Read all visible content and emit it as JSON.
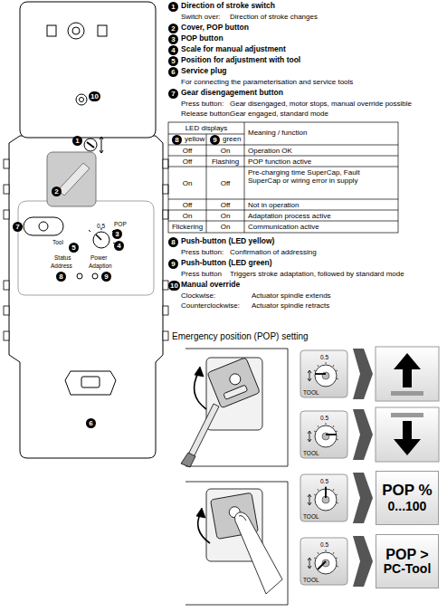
{
  "diagram": {
    "nodes": [
      {
        "text": [
          "POP %",
          "0...100"
        ]
      },
      {
        "text": [
          "POP >",
          "PC-Tool"
        ]
      }
    ],
    "edges": [],
    "labels": [
      "1",
      "2",
      "0.5",
      "POP",
      "3",
      "4",
      "Tool",
      "5",
      "7",
      "Status",
      "Power",
      "Address",
      "Adaption",
      "8",
      "9",
      "10",
      "6",
      "1",
      "Direction of stroke switch",
      "Switch over:",
      "Direction of stroke changes",
      "2",
      "Cover, POP button",
      "3",
      "POP button",
      "4",
      "Scale for manual adjustment",
      "5",
      "Position for adjustment with tool",
      "6",
      "Service plug",
      "For connecting the parameterisation and service tools",
      "7",
      "Gear disengagement button",
      "Press button:",
      "Gear disengaged, motor stops, manual override possible",
      "Release button:",
      "Gear engaged, standard mode",
      "LED displays",
      "Meaning / function",
      "8",
      "yellow",
      "9",
      "green",
      "Off",
      "On",
      "Operation OK",
      "Off",
      "Flashing",
      "POP function active",
      "On",
      "Off",
      "Pre-charging time SuperCap, Fault SuperCap or wiring error in supply",
      "Off",
      "Off",
      "Not in operation",
      "On",
      "On",
      "Adaptation process active",
      "Flickering",
      "On",
      "Communication active",
      "8",
      "Push-button (LED yellow)",
      "Press button:",
      "Confirmation of addressing",
      "9",
      "Push-button (LED green)",
      "Press button",
      "Triggers stroke adaptation, followed by standard mode",
      "10",
      "Manual override",
      "Clockwise:",
      "Actuator spindle extends",
      "Counterclockwise:",
      "Actuator spindle retracts",
      "Emergency position (POP) setting",
      "0.5",
      "TOOL",
      "0.5",
      "TOOL",
      "0.5",
      "TOOL",
      "0.5",
      "TOOL"
    ]
  }
}
